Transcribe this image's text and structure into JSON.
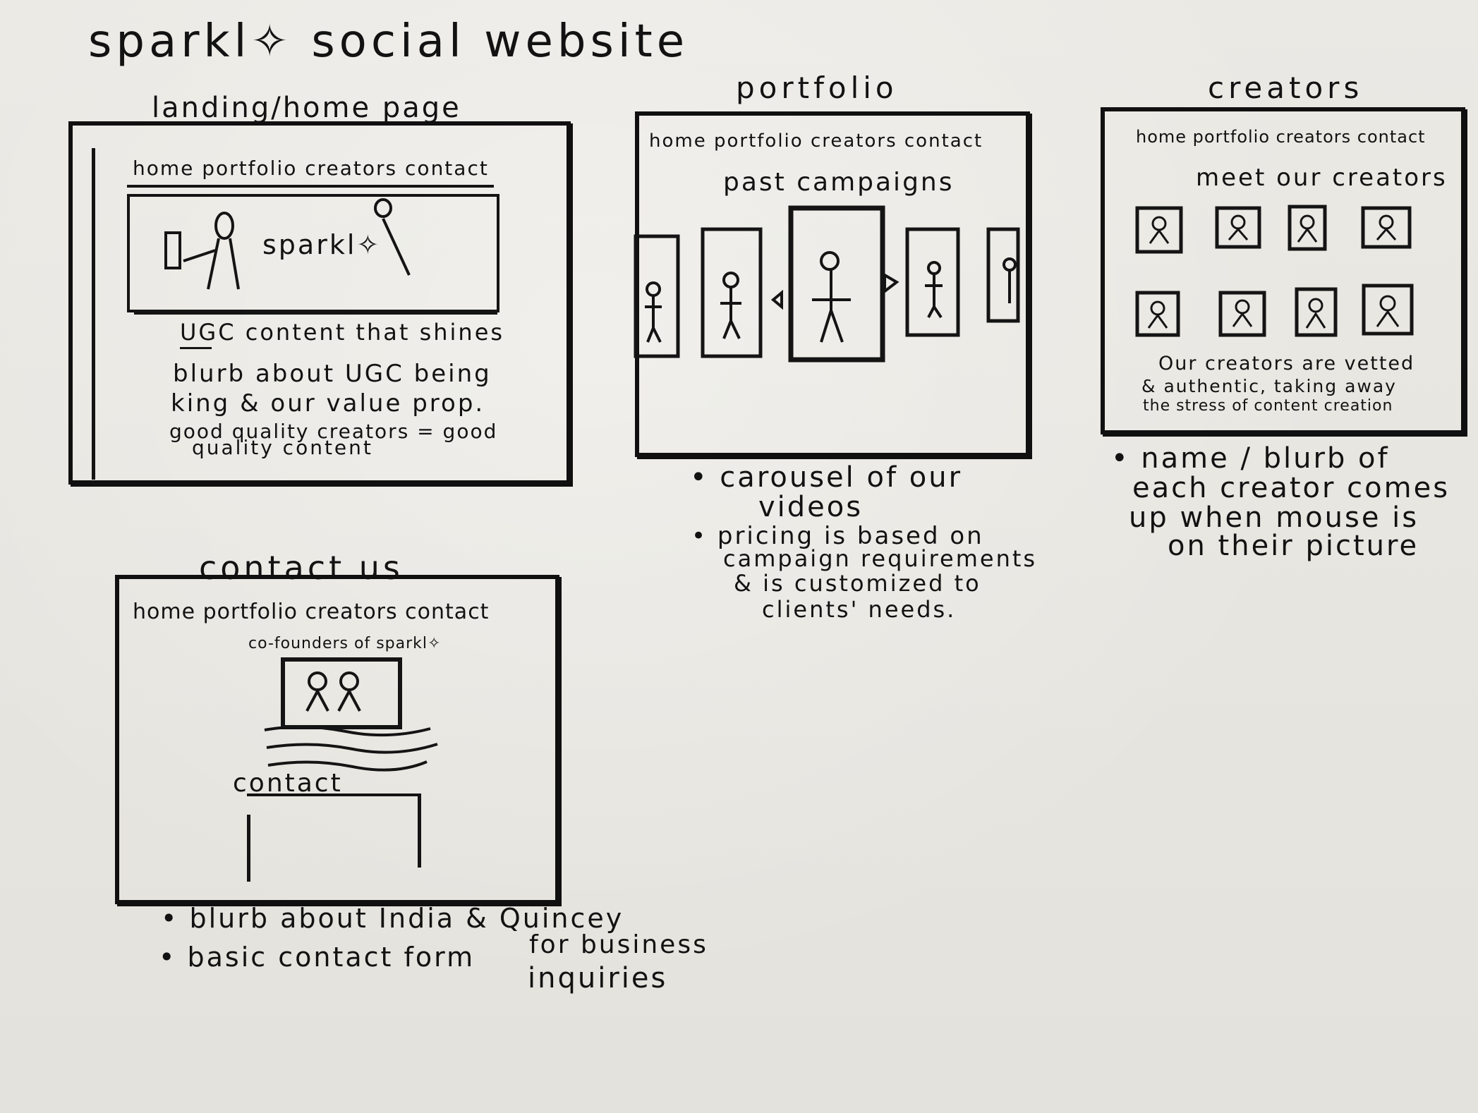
{
  "title": "sparkl✧ social website",
  "landing": {
    "heading": "landing/home page",
    "nav": "home portfolio creators contact",
    "hero_text": "sparkl✧",
    "tagline": "UGC content that shines",
    "blurb1": "blurb about UGC being",
    "blurb2": "king & our value prop.",
    "blurb3": "good quality creators = good",
    "blurb4": "quality content"
  },
  "portfolio": {
    "heading": "portfolio",
    "nav": "home portfolio creators contact",
    "section_title": "past campaigns",
    "note1": "• carousel of our",
    "note2": "videos",
    "note3": "• pricing is based on",
    "note4": "campaign requirements",
    "note5": "& is customized to",
    "note6": "clients' needs."
  },
  "creators": {
    "heading": "creators",
    "nav": "home portfolio creators contact",
    "section_title": "meet our creators",
    "caption1": "Our creators are vetted",
    "caption2": "& authentic, taking away",
    "caption3": "the stress of content creation",
    "note1": "• name / blurb of",
    "note2": "each creator comes",
    "note3": "up when mouse is",
    "note4": "on their picture"
  },
  "contact": {
    "heading": "contact us",
    "nav": "home portfolio creators contact",
    "founders_label": "co-founders of sparkl✧",
    "form_label": "contact",
    "note1": "• blurb about India & Quincey",
    "note2": "• basic contact form",
    "note3": "for business",
    "note4": "inquiries"
  }
}
